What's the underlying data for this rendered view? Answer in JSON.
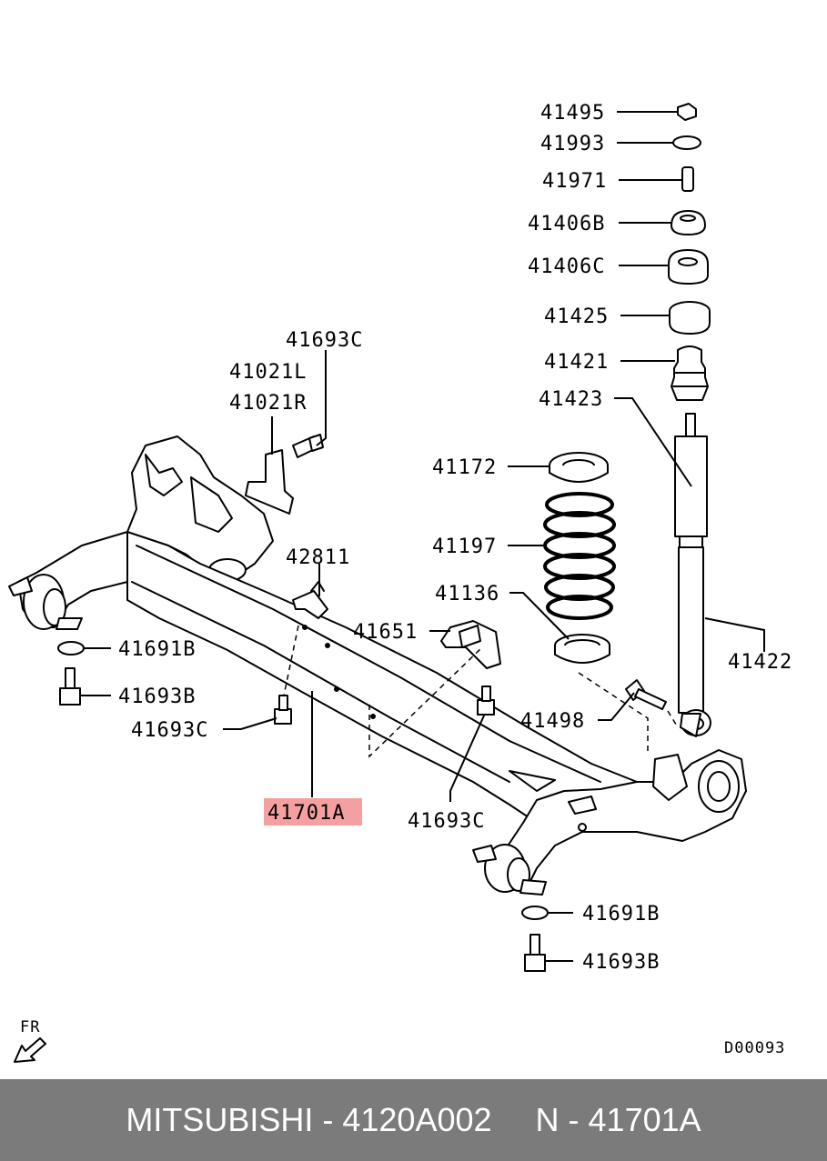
{
  "diagram": {
    "labels": {
      "l41495": "41495",
      "l41993": "41993",
      "l41971": "41971",
      "l41406B": "41406B",
      "l41406C": "41406C",
      "l41425": "41425",
      "l41421": "41421",
      "l41423": "41423",
      "l41172": "41172",
      "l41197": "41197",
      "l41136": "41136",
      "l41422": "41422",
      "l41498": "41498",
      "l41693C_top": "41693C",
      "l41021L": "41021L",
      "l41021R": "41021R",
      "l42811": "42811",
      "l41651": "41651",
      "l41691B_left": "41691B",
      "l41693B_left": "41693B",
      "l41693C_left": "41693C",
      "l41701A": "41701A",
      "l41693C_mid": "41693C",
      "l41691B_right": "41691B",
      "l41693B_right": "41693B",
      "fr": "FR",
      "code": "D00093"
    },
    "highlight_color": "#f4a0a0"
  },
  "footer": {
    "brand_part": "MITSUBISHI - 4120A002",
    "oem_ref": "N - 41701A"
  }
}
